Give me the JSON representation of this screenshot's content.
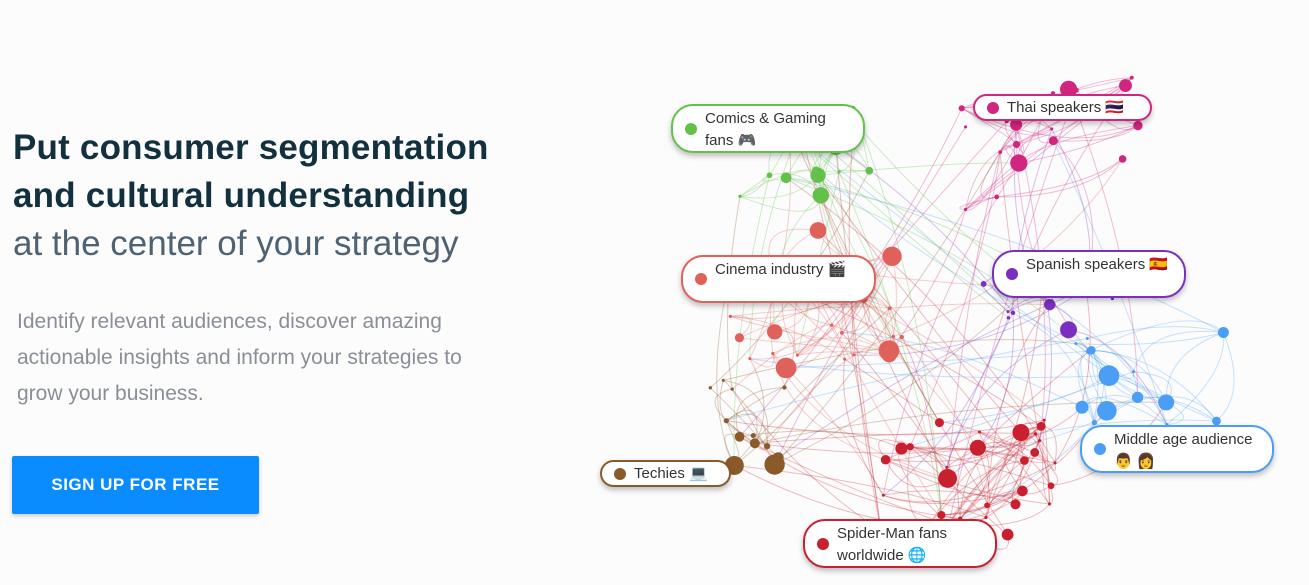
{
  "hero": {
    "title_line1": "Put consumer segmentation",
    "title_line2": "and cultural understanding",
    "title_line3": "at the center of your strategy",
    "description": "Identify relevant audiences, discover amazing actionable insights and inform your strategies to grow your business.",
    "cta_label": "SIGN UP FOR FREE"
  },
  "network": {
    "clusters": [
      {
        "id": "comics",
        "label": "Comics & Gaming fans 🎮",
        "color": "#63c14a"
      },
      {
        "id": "thai",
        "label": "Thai speakers 🇹🇭",
        "color": "#d0267f"
      },
      {
        "id": "cinema",
        "label": "Cinema industry 🎬",
        "color": "#e0605a"
      },
      {
        "id": "spanish",
        "label": "Spanish speakers 🇪🇸",
        "color": "#7a2fc0"
      },
      {
        "id": "middle",
        "label": "Middle age audience 👨 👩",
        "color": "#4a9ef5"
      },
      {
        "id": "techies",
        "label": "Techies 💻",
        "color": "#8a5a2a"
      },
      {
        "id": "spiderman",
        "label": "Spider-Man fans worldwide 🌐",
        "color": "#c8202e"
      }
    ]
  },
  "colors": {
    "cta": "#0a8cff",
    "title": "#12303d"
  }
}
